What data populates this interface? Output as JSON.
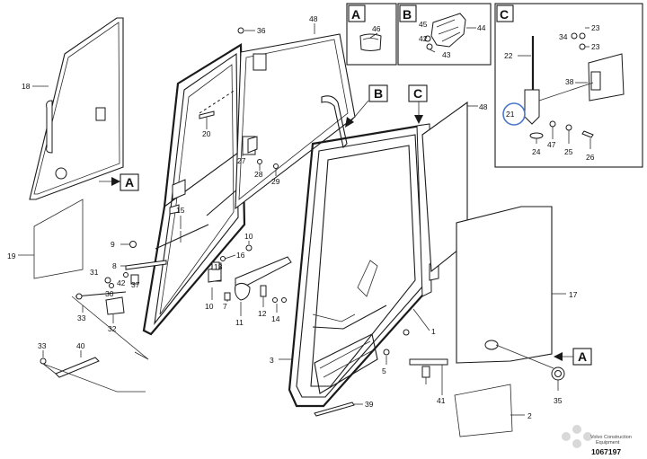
{
  "callouts": {
    "A": "A",
    "B": "B",
    "C": "C"
  },
  "labels": {
    "p1": "1",
    "p2": "2",
    "p3": "3",
    "p5": "5",
    "p7": "7",
    "p8": "8",
    "p9": "9",
    "p10a": "10",
    "p10b": "10",
    "p11": "11",
    "p12": "12",
    "p13": "13",
    "p14": "14",
    "p15": "15",
    "p16": "16",
    "p17": "17",
    "p18": "18",
    "p19": "19",
    "p20": "20",
    "p21": "21",
    "p22": "22",
    "p23a": "23",
    "p23b": "23",
    "p24": "24",
    "p25": "25",
    "p26": "26",
    "p27": "27",
    "p28": "28",
    "p29": "29",
    "p30": "30",
    "p31": "31",
    "p32": "32",
    "p33a": "33",
    "p33b": "33",
    "p34": "34",
    "p35": "35",
    "p36": "36",
    "p37": "37",
    "p38": "38",
    "p39": "39",
    "p40": "40",
    "p41": "41",
    "p42": "42",
    "p43": "43",
    "p44": "44",
    "p45": "45",
    "p46": "46",
    "p47": "47",
    "p48a": "48",
    "p48b": "48"
  },
  "footer": {
    "watermark_line1": "Volvo Construction",
    "watermark_line2": "Equipment",
    "document_number": "1067197"
  },
  "colors": {
    "line": "#1a1a1a",
    "highlight_circle": "#4a78c8"
  }
}
